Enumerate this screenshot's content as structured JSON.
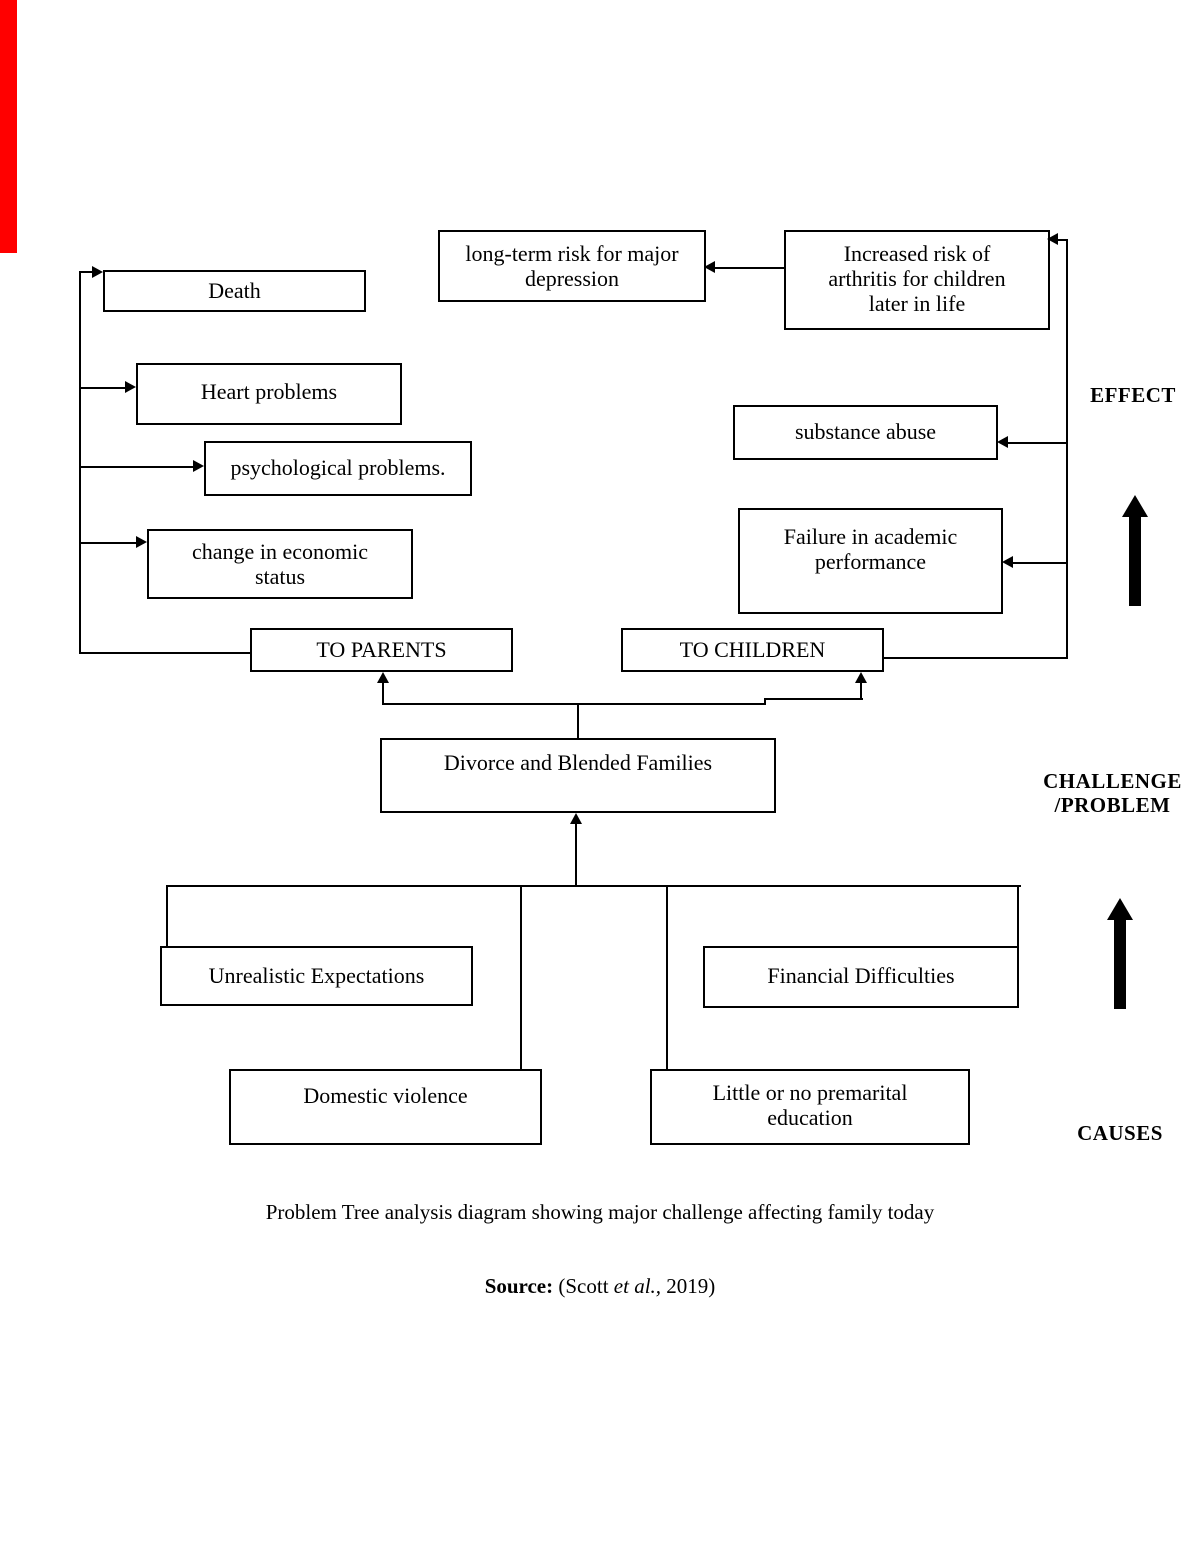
{
  "page": {
    "background": "#ffffff",
    "line_color": "#000000",
    "accent_bar_color": "#ff0000"
  },
  "boxes": {
    "death": {
      "label": "Death"
    },
    "heart": {
      "label": "Heart problems"
    },
    "psychologicalلابel_note": null,
    "psychological": {
      "label": "psychological problems."
    },
    "economic": {
      "label": "change in economic status"
    },
    "to_parents": {
      "label": "TO PARENTS"
    },
    "to_children": {
      "label": "TO CHILDREN"
    },
    "longterm": {
      "label": "long-term risk for major depression"
    },
    "arthritis": {
      "label": "Increased risk of arthritis for children later in life"
    },
    "substance": {
      "label": "substance abuse"
    },
    "failure": {
      "label": "Failure in academic performance"
    },
    "divorce": {
      "label": "Divorce and Blended Families"
    },
    "unrealistic": {
      "label": "Unrealistic Expectations"
    },
    "financial": {
      "label": "Financial Difficulties"
    },
    "domestic": {
      "label": "Domestic violence"
    },
    "premarital": {
      "label": "Little or no premarital education"
    }
  },
  "side_labels": {
    "effect": "EFFECT",
    "challenge_line1": "CHALLENGE",
    "challenge_line2": "/PROBLEM",
    "causes": "CAUSES"
  },
  "caption": "Problem Tree analysis diagram showing major challenge affecting family today",
  "source": {
    "prefix": "Source:",
    "before_italic": " (Scott ",
    "italic": "et al.,",
    "after_italic": " 2019)"
  }
}
